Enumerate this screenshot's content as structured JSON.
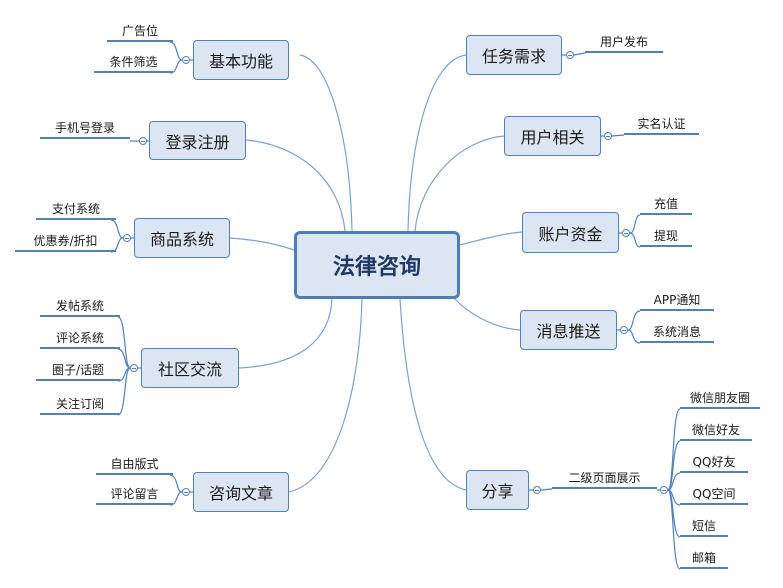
{
  "center": "法律咨询",
  "left": [
    {
      "label": "基本功能",
      "children": [
        "广告位",
        "条件筛选"
      ]
    },
    {
      "label": "登录注册",
      "children": [
        "手机号登录"
      ]
    },
    {
      "label": "商品系统",
      "children": [
        "支付系统",
        "优惠券/折扣"
      ]
    },
    {
      "label": "社区交流",
      "children": [
        "发帖系统",
        "评论系统",
        "圈子/话题",
        "关注订阅"
      ]
    },
    {
      "label": "咨询文章",
      "children": [
        "自由版式",
        "评论留言"
      ]
    }
  ],
  "right": [
    {
      "label": "任务需求",
      "children": [
        "用户发布"
      ]
    },
    {
      "label": "用户相关",
      "children": [
        "实名认证"
      ]
    },
    {
      "label": "账户资金",
      "children": [
        "充值",
        "提现"
      ]
    },
    {
      "label": "消息推送",
      "children": [
        "APP通知",
        "系统消息"
      ]
    },
    {
      "label": "分享",
      "children": [
        "二级页面展示"
      ],
      "grandchildren": [
        "微信朋友圈",
        "微信好友",
        "QQ好友",
        "QQ空间",
        "短信",
        "邮箱"
      ]
    }
  ],
  "colors": {
    "line": "#4f81bd",
    "branch": "#7aa2cf",
    "fill": "#dce6f2",
    "centerBorder": "#4a7ec4"
  }
}
